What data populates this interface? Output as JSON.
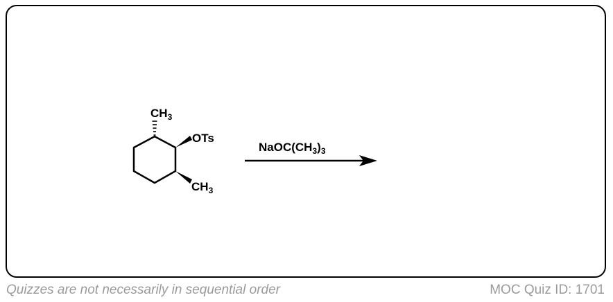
{
  "reaction": {
    "substituent_top": {
      "main": "CH",
      "sub": "3"
    },
    "substituent_right": "OTs",
    "substituent_bottom": {
      "main": "CH",
      "sub": "3"
    },
    "reagent": {
      "prefix": "NaOC(CH",
      "sub1": "3",
      "mid": ")",
      "sub2": "3"
    }
  },
  "footer": {
    "note": "Quizzes are not necessarily in sequential order",
    "quiz_id": "MOC Quiz ID: 1701"
  }
}
